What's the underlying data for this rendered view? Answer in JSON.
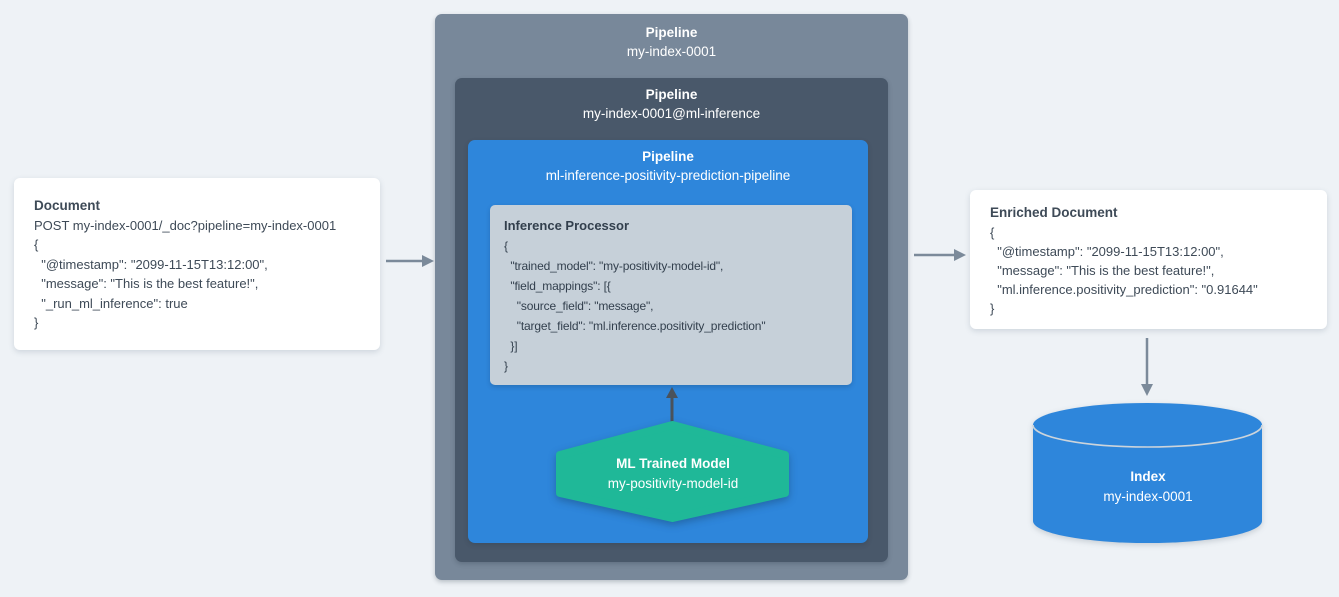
{
  "palette": {
    "canvas-bg": "#eef2f6",
    "card-bg": "#ffffff",
    "card-text": "#3e4a57",
    "pipeline-outer": "#78889a",
    "pipeline-middle": "#49586a",
    "pipeline-blue": "#2e86db",
    "processor-bg": "#c6d0d9",
    "processor-text": "#323f4d",
    "model-teal": "#1fb898",
    "arrow-gray": "#7b8a9a",
    "arrow-dark": "#4a525b",
    "cylinder-rim": "#ccd4db",
    "white-text": "#ffffff"
  },
  "document_card": {
    "title": "Document",
    "lines": [
      "POST my-index-0001/_doc?pipeline=my-index-0001",
      "{",
      "  \"@timestamp\": \"2099-11-15T13:12:00\",",
      "  \"message\": \"This is the best feature!\",",
      "  \"_run_ml_inference\": true",
      "}"
    ]
  },
  "pipelines": {
    "outer": {
      "title": "Pipeline",
      "subtitle": "my-index-0001"
    },
    "middle": {
      "title": "Pipeline",
      "subtitle": "my-index-0001@ml-inference"
    },
    "inner": {
      "title": "Pipeline",
      "subtitle": "ml-inference-positivity-prediction-pipeline"
    }
  },
  "inference_processor": {
    "title": "Inference Processor",
    "lines": [
      "{",
      "  \"trained_model\": \"my-positivity-model-id\",",
      "  \"field_mappings\": [{",
      "    \"source_field\": \"message\",",
      "    \"target_field\": \"ml.inference.positivity_prediction\"",
      "  }]",
      "}"
    ]
  },
  "ml_model": {
    "title": "ML Trained Model",
    "subtitle": "my-positivity-model-id"
  },
  "enriched_card": {
    "title": "Enriched Document",
    "lines": [
      "{",
      "  \"@timestamp\": \"2099-11-15T13:12:00\",",
      "  \"message\": \"This is the best feature!\",",
      "  \"ml.inference.positivity_prediction\": \"0.91644\"",
      "}"
    ]
  },
  "index_store": {
    "title": "Index",
    "subtitle": "my-index-0001"
  }
}
